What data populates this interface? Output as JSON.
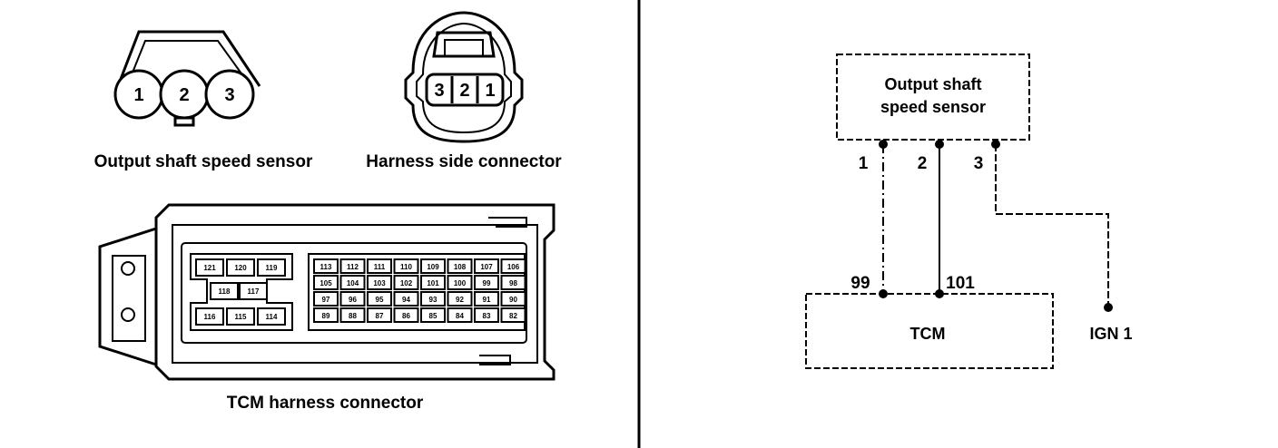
{
  "sensor_connector": {
    "caption": "Output shaft speed sensor",
    "pins": [
      "1",
      "2",
      "3"
    ]
  },
  "harness_connector": {
    "caption": "Harness side connector",
    "pins": [
      "3",
      "2",
      "1"
    ]
  },
  "tcm_connector": {
    "caption": "TCM harness connector",
    "left_block": {
      "row1": [
        "121",
        "120",
        "119"
      ],
      "row2": [
        "118",
        "117"
      ],
      "row3": [
        "116",
        "115",
        "114"
      ]
    },
    "right_block": {
      "row1": [
        "113",
        "112",
        "111",
        "110",
        "109",
        "108",
        "107",
        "106"
      ],
      "row2": [
        "105",
        "104",
        "103",
        "102",
        "101",
        "100",
        "99",
        "98"
      ],
      "row3": [
        "97",
        "96",
        "95",
        "94",
        "93",
        "92",
        "91",
        "90"
      ],
      "row4": [
        "89",
        "88",
        "87",
        "86",
        "85",
        "84",
        "83",
        "82"
      ]
    }
  },
  "schematic": {
    "sensor_box": {
      "line1": "Output shaft",
      "line2": "speed sensor"
    },
    "wire_labels": [
      "1",
      "2",
      "3"
    ],
    "tcm_pins": [
      "99",
      "101"
    ],
    "tcm_box": "TCM",
    "ign_label": "IGN 1"
  }
}
